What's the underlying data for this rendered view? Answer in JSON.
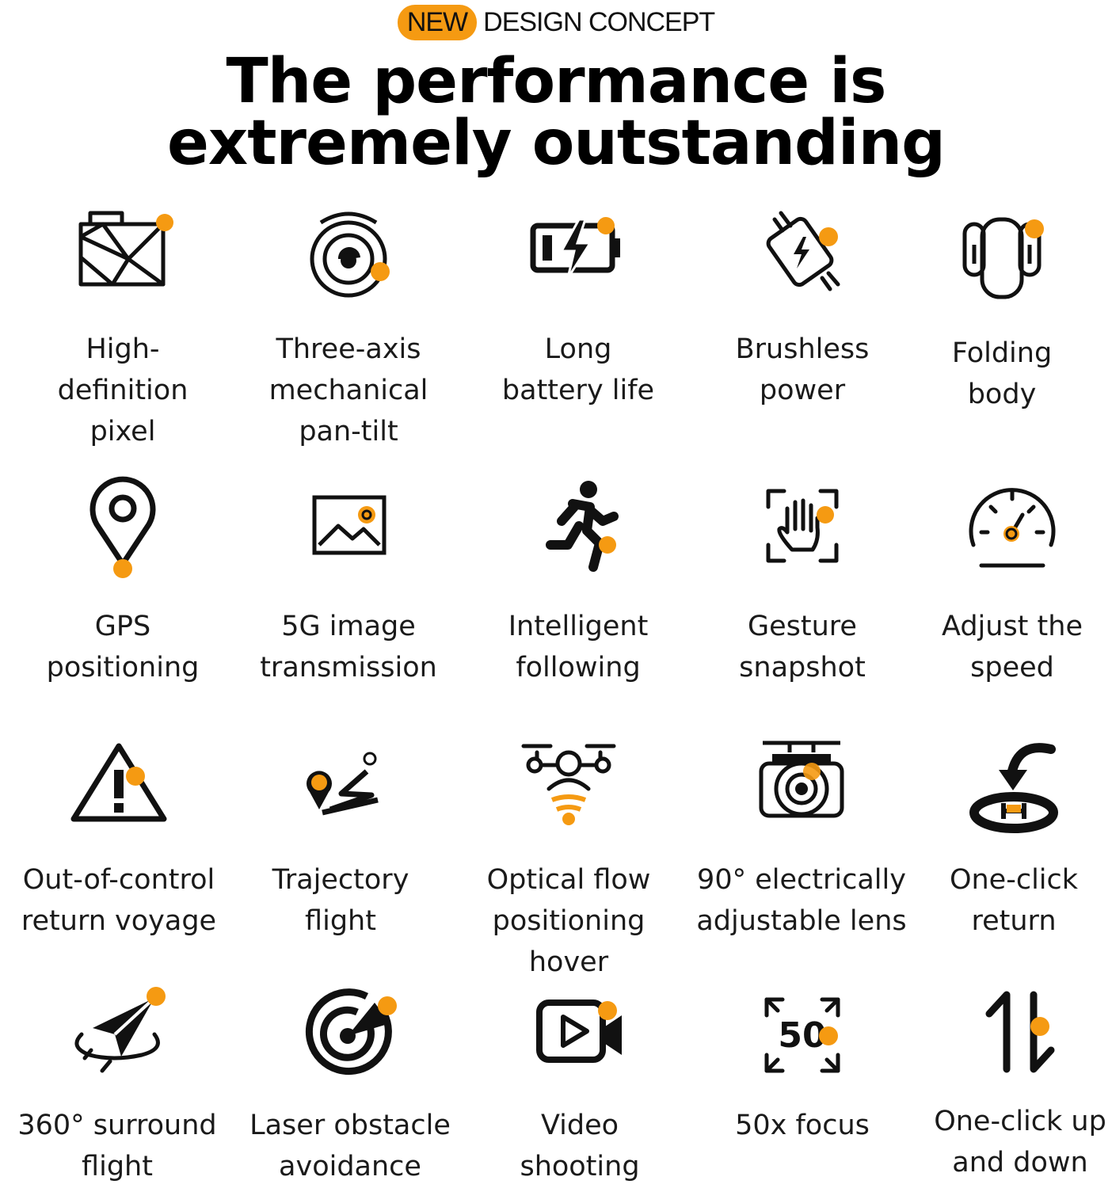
{
  "header": {
    "badge_highlight": "NEW",
    "badge_rest": "DESIGN CONCEPT",
    "title_line1": "The performance is",
    "title_line2": "extremely outstanding"
  },
  "accent_color": "#f59a12",
  "features": [
    {
      "icon": "image-aperture-icon",
      "label": "High-\ndefinition\npixel"
    },
    {
      "icon": "gimbal-camera-icon",
      "label": "Three-axis\nmechanical\npan-tilt"
    },
    {
      "icon": "battery-charging-icon",
      "label": "Long\nbattery life"
    },
    {
      "icon": "brushless-motor-icon",
      "label": "Brushless\npower"
    },
    {
      "icon": "folding-drone-icon",
      "label": "Folding\nbody"
    },
    {
      "icon": "map-pin-icon",
      "label": "GPS\npositioning"
    },
    {
      "icon": "image-icon",
      "label": "5G image\ntransmission"
    },
    {
      "icon": "running-person-icon",
      "label": "Intelligent\nfollowing"
    },
    {
      "icon": "hand-gesture-icon",
      "label": "Gesture\nsnapshot"
    },
    {
      "icon": "speedometer-icon",
      "label": "Adjust the\nspeed"
    },
    {
      "icon": "warning-triangle-icon",
      "label": "Out-of-control\nreturn voyage"
    },
    {
      "icon": "trajectory-path-icon",
      "label": "Trajectory\nflight"
    },
    {
      "icon": "drone-hover-icon",
      "label": "Optical flow\npositioning\nhover"
    },
    {
      "icon": "camera-lens-icon",
      "label": "90° electrically\nadjustable lens"
    },
    {
      "icon": "return-home-icon",
      "label": "One-click\nreturn"
    },
    {
      "icon": "paper-plane-orbit-icon",
      "label": "360° surround\nflight"
    },
    {
      "icon": "radar-target-icon",
      "label": "Laser obstacle\navoidance"
    },
    {
      "icon": "video-camera-icon",
      "label": "Video\nshooting"
    },
    {
      "icon": "zoom-50-icon",
      "label": "50x focus"
    },
    {
      "icon": "up-down-arrows-icon",
      "label": "One-click up\nand down"
    }
  ]
}
